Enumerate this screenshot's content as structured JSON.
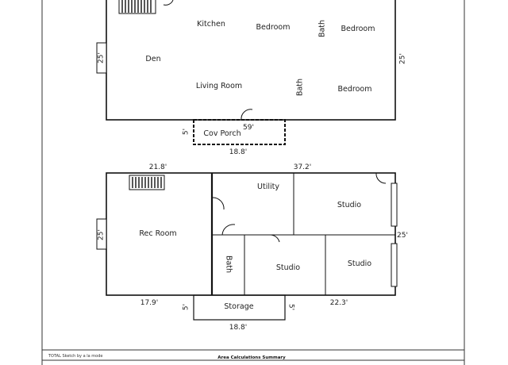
{
  "upper_floor": {
    "rooms": {
      "kitchen": "Kitchen",
      "bedroom_1": "Bedroom",
      "bath_1": "Bath",
      "bedroom_2": "Bedroom",
      "den": "Den",
      "living_room": "Living Room",
      "bath_2": "Bath",
      "bedroom_3": "Bedroom",
      "cov_porch": "Cov Porch"
    },
    "dimensions": {
      "left_side": "25'",
      "right_side": "25'",
      "bottom_width": "59'",
      "porch_depth": "5'",
      "porch_width": "18.8'"
    }
  },
  "lower_floor": {
    "rooms": {
      "rec_room": "Rec Room",
      "utility": "Utility",
      "studio_1": "Studio",
      "bath": "Bath",
      "studio_2": "Studio",
      "studio_3": "Studio",
      "storage": "Storage"
    },
    "dimensions": {
      "top_left_width": "21.8'",
      "top_right_width": "37.2'",
      "left_side": "25'",
      "right_side": "25'",
      "bottom_left_width": "17.9'",
      "bottom_right_width": "22.3'",
      "storage_depth_left": "5'",
      "storage_depth_right": "5'",
      "storage_width": "18.8'"
    }
  },
  "footer": {
    "sketch_credit": "TOTAL Sketch by a la mode",
    "summary_title": "Area Calculations Summary"
  }
}
